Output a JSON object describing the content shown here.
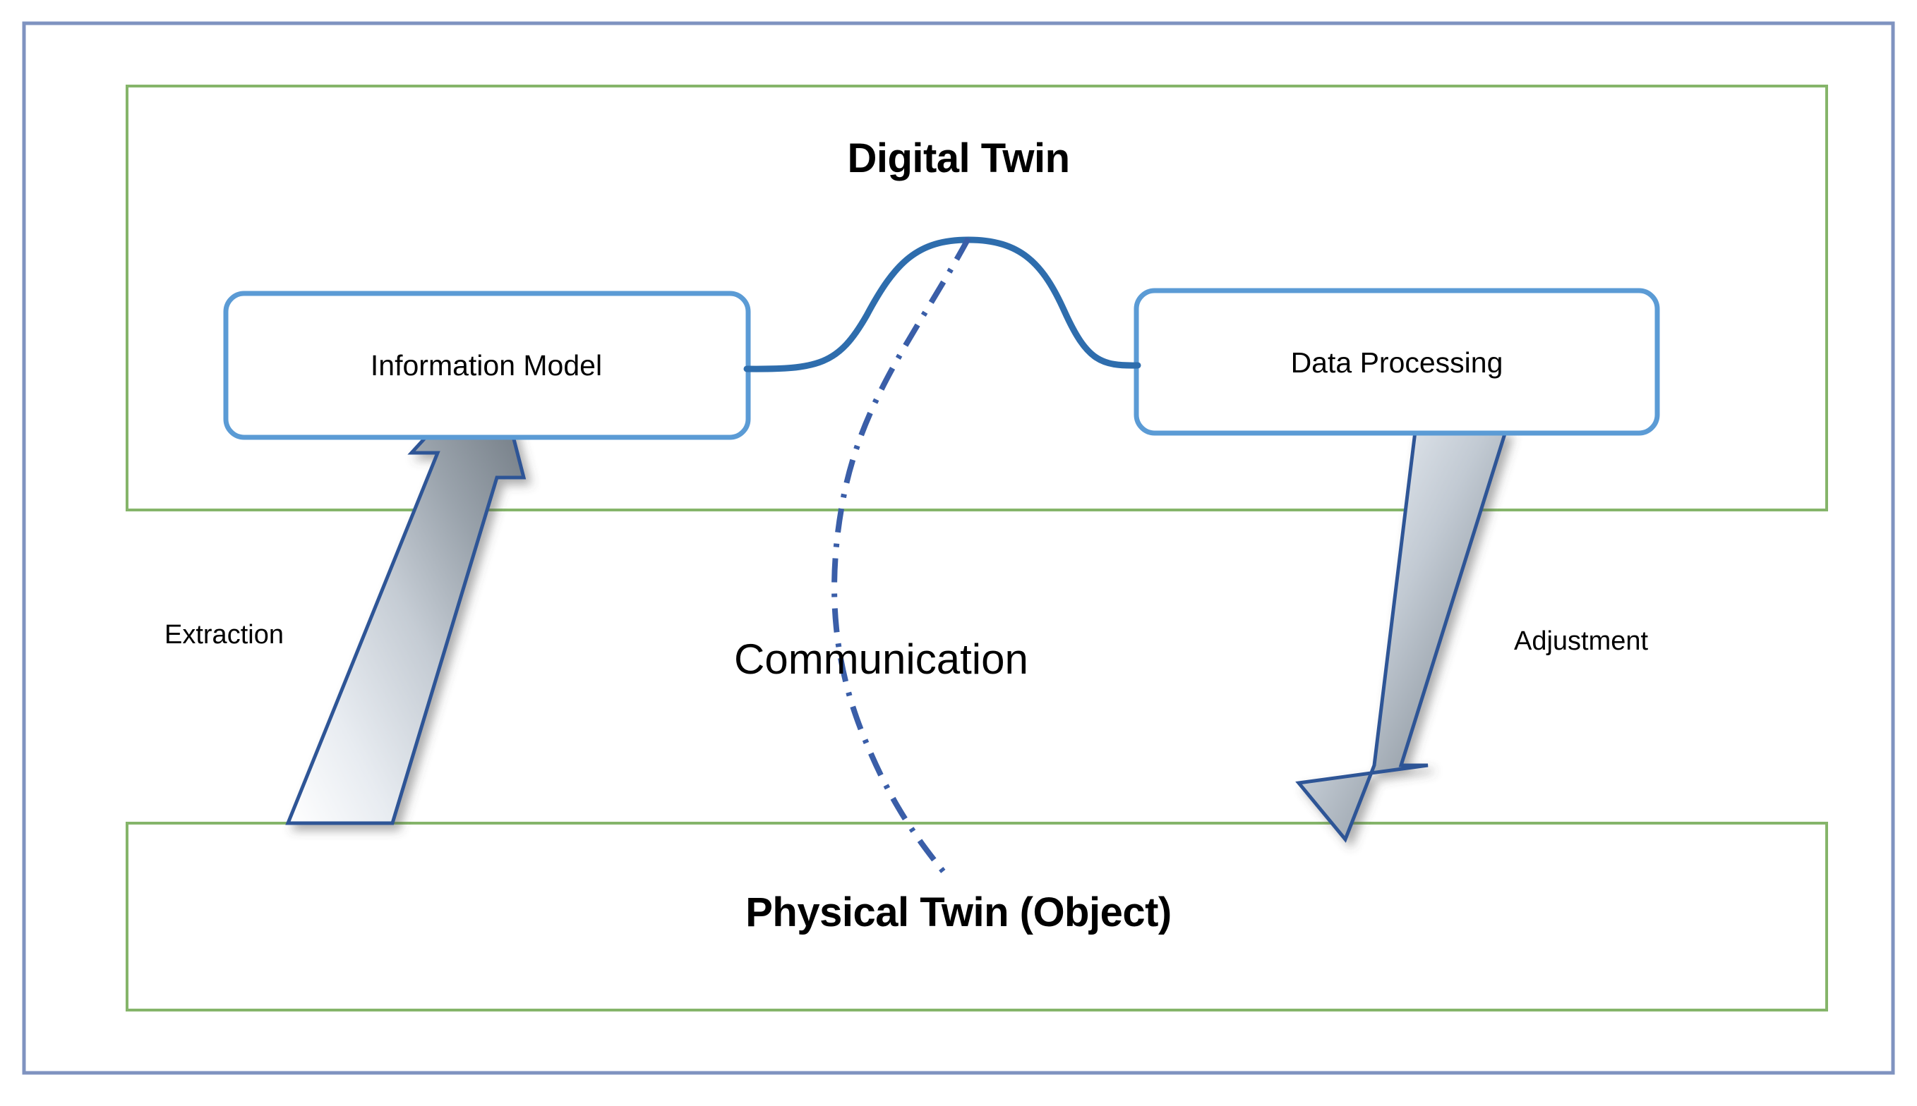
{
  "diagram": {
    "title": "Digital Twin",
    "outer_frame": {
      "name": "outer-frame",
      "border_color": "#7f93c0"
    },
    "zones": [
      {
        "id": "digital-twin",
        "label": "Digital Twin",
        "border_color": "#85b56a"
      },
      {
        "id": "physical-twin",
        "label": "Physical Twin (Object)",
        "border_color": "#85b56a"
      }
    ],
    "nodes": [
      {
        "id": "information-model",
        "label": "Information Model",
        "zone": "digital-twin",
        "border_color": "#5b9bd5",
        "fill_color": "#ffffff"
      },
      {
        "id": "data-processing",
        "label": "Data Processing",
        "zone": "digital-twin",
        "border_color": "#5b9bd5",
        "fill_color": "#ffffff"
      }
    ],
    "connectors": [
      {
        "id": "model-to-processing",
        "from": "information-model",
        "to": "data-processing",
        "style": "solid-arch",
        "color": "#2e6dad",
        "label": ""
      },
      {
        "id": "communication-boundary",
        "label": "Communication",
        "style": "dash-dot",
        "color": "#3a5ea8"
      }
    ],
    "arrows": [
      {
        "id": "extraction-arrow",
        "label": "Extraction",
        "direction": "up",
        "from": "physical-twin",
        "to": "information-model",
        "outline_color": "#2f5496",
        "fill_from": "#fdfdfe",
        "fill_to": "#707a84"
      },
      {
        "id": "adjustment-arrow",
        "label": "Adjustment",
        "direction": "down",
        "from": "data-processing",
        "to": "physical-twin",
        "outline_color": "#2f5496",
        "fill_from": "#fdfdfe",
        "fill_to": "#707a84"
      }
    ]
  }
}
